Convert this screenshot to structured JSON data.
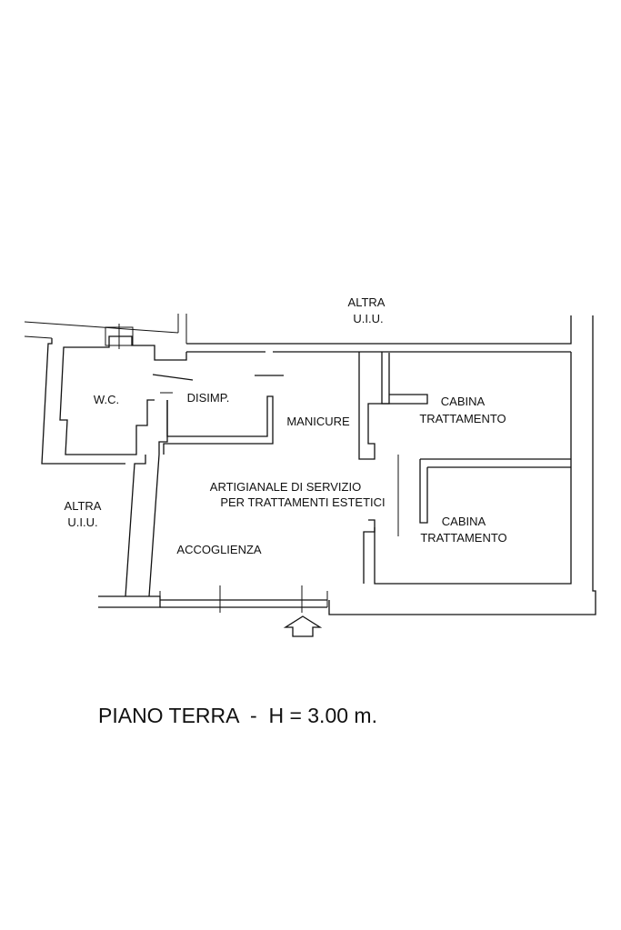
{
  "plan": {
    "rooms": {
      "altra_top": [
        "ALTRA",
        "U.I.U."
      ],
      "altra_left": [
        "ALTRA",
        "U.I.U."
      ],
      "wc": "W.C.",
      "disimp": "DISIMP.",
      "manicure": "MANICURE",
      "cabina_top": [
        "CABINA",
        "TRATTAMENTO"
      ],
      "main_room": [
        "ARTIGIANALE DI SERVIZIO",
        "PER TRATTAMENTI ESTETICI"
      ],
      "cabina_bottom": [
        "CABINA",
        "TRATTAMENTO"
      ],
      "accoglienza": "ACCOGLIENZA"
    },
    "caption": "PIANO TERRA  -  H = 3.00 m."
  }
}
